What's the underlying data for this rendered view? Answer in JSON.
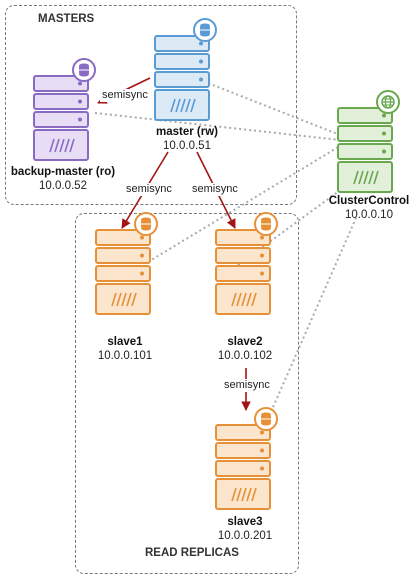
{
  "groups": {
    "masters": {
      "title": "MASTERS"
    },
    "replicas": {
      "title": "READ REPLICAS"
    }
  },
  "nodes": {
    "master": {
      "name": "master (rw)",
      "ip": "10.0.0.51",
      "icon": "database-icon",
      "color": "#5b9bd5",
      "bg": "#dceaf6"
    },
    "backup_master": {
      "name": "backup-master (ro)",
      "ip": "10.0.0.52",
      "icon": "database-icon",
      "color": "#8a6bc4",
      "bg": "#e7def5"
    },
    "cluster": {
      "name": "ClusterControl",
      "ip": "10.0.0.10",
      "icon": "globe-icon",
      "color": "#6aa84f",
      "bg": "#e2efd9"
    },
    "slave1": {
      "name": "slave1",
      "ip": "10.0.0.101",
      "icon": "database-icon",
      "color": "#e69138",
      "bg": "#fbe5cd"
    },
    "slave2": {
      "name": "slave2",
      "ip": "10.0.0.102",
      "icon": "database-icon",
      "color": "#e69138",
      "bg": "#fbe5cd"
    },
    "slave3": {
      "name": "slave3",
      "ip": "10.0.0.201",
      "icon": "database-icon",
      "color": "#e69138",
      "bg": "#fbe5cd"
    }
  },
  "edge_labels": {
    "master_backup": "semisync",
    "master_slave1": "semisync",
    "master_slave2": "semisync",
    "slave2_slave3": "semisync"
  },
  "colors": {
    "replication_arrow": "#a31515",
    "management_link": "#aaaaaa"
  }
}
